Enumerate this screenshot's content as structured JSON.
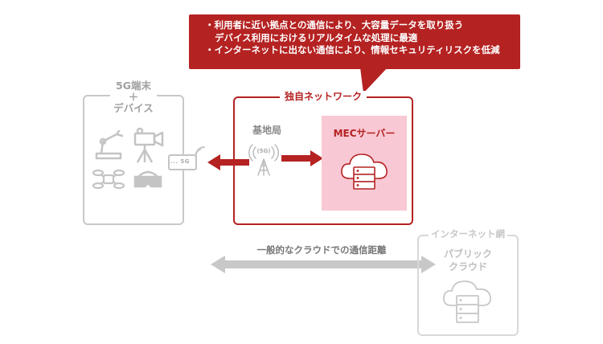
{
  "callout": {
    "bullet": "・",
    "line1": "利用者に近い拠点との通信により、大容量データを取り扱う",
    "line2": "デバイス利用におけるリアルタイムな処理に最適",
    "line3": "インターネットに出ない通信により、情報セキュリティリスクを低減"
  },
  "devices": {
    "title_line1": "5G端末",
    "title_line2": "＋",
    "title_line3": "デバイス",
    "router_label": "... 5G",
    "icons": [
      "robot-arm-icon",
      "video-camera-icon",
      "drone-icon",
      "vr-headset-icon",
      "router-icon"
    ]
  },
  "network": {
    "title": "独自ネットワーク",
    "base_station": "基地局",
    "antenna_label": "(5G)",
    "mec_server": "MECサーバー"
  },
  "internet": {
    "title": "インターネット網",
    "public_line1": "パブリック",
    "public_line2": "クラウド"
  },
  "distance_label": "一般的なクラウドでの通信距離",
  "colors": {
    "accent_red": "#b52222",
    "mec_pink": "#f8c8d4",
    "gray": "#c8c8c8"
  }
}
